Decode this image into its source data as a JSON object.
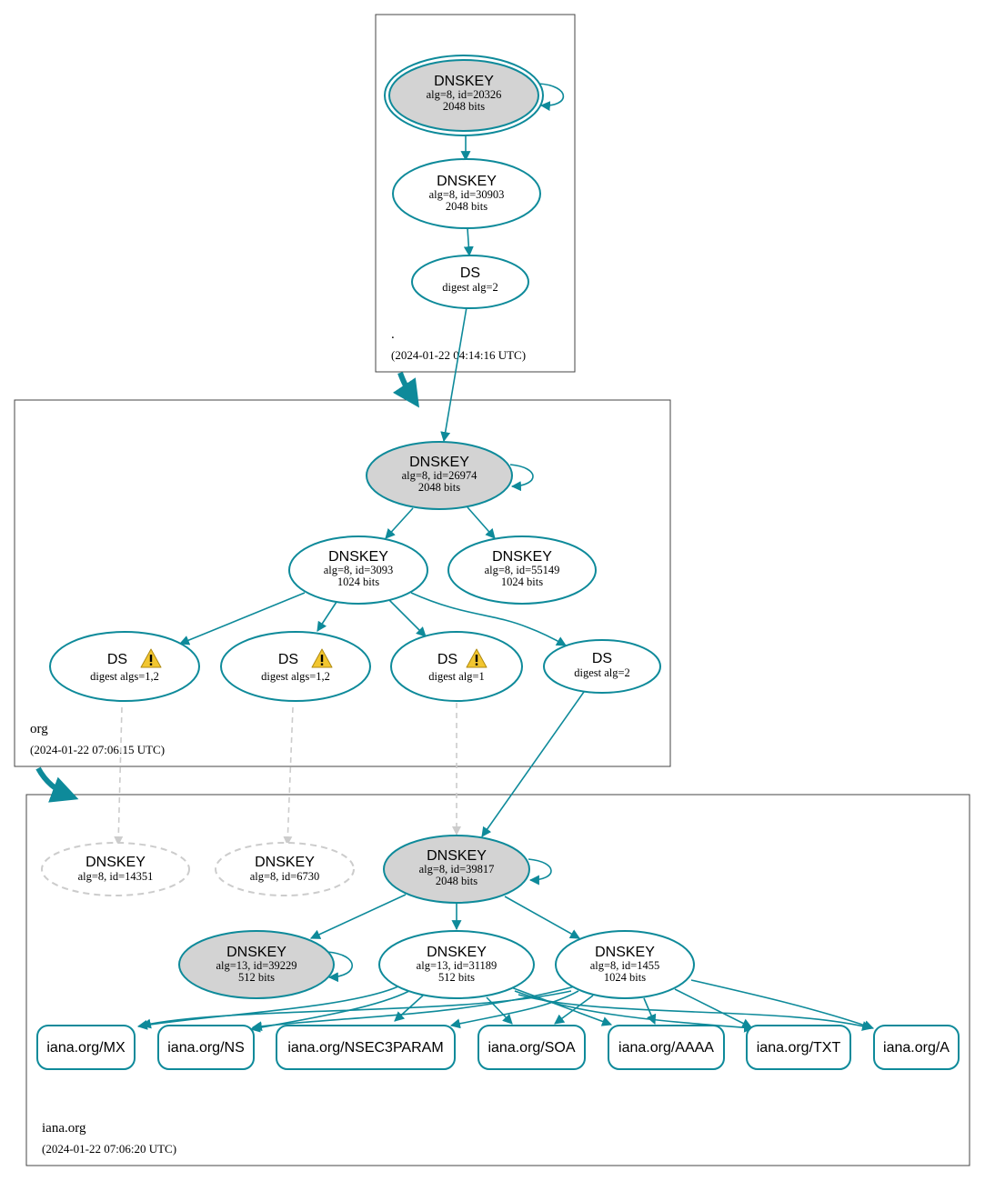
{
  "colors": {
    "edge": "#0e8a9a",
    "sep_fill": "#d3d3d3",
    "dashed": "#cccccc",
    "warning": "#f2c62f"
  },
  "zones": {
    "root": {
      "name": ".",
      "timestamp": "(2024-01-22 04:14:16 UTC)"
    },
    "org": {
      "name": "org",
      "timestamp": "(2024-01-22 07:06:15 UTC)"
    },
    "iana": {
      "name": "iana.org",
      "timestamp": "(2024-01-22 07:06:20 UTC)"
    }
  },
  "nodes": {
    "root_ksk": {
      "title": "DNSKEY",
      "line1": "alg=8, id=20326",
      "line2": "2048 bits"
    },
    "root_zsk": {
      "title": "DNSKEY",
      "line1": "alg=8, id=30903",
      "line2": "2048 bits"
    },
    "root_ds": {
      "title": "DS",
      "line1": "digest alg=2"
    },
    "org_ksk": {
      "title": "DNSKEY",
      "line1": "alg=8, id=26974",
      "line2": "2048 bits"
    },
    "org_zsk1": {
      "title": "DNSKEY",
      "line1": "alg=8, id=3093",
      "line2": "1024 bits"
    },
    "org_zsk2": {
      "title": "DNSKEY",
      "line1": "alg=8, id=55149",
      "line2": "1024 bits"
    },
    "org_ds1": {
      "title": "DS",
      "line1": "digest algs=1,2",
      "warning_icon": "warning-icon"
    },
    "org_ds2": {
      "title": "DS",
      "line1": "digest algs=1,2",
      "warning_icon": "warning-icon"
    },
    "org_ds3": {
      "title": "DS",
      "line1": "digest alg=1",
      "warning_icon": "warning-icon"
    },
    "org_ds4": {
      "title": "DS",
      "line1": "digest alg=2"
    },
    "iana_missing1": {
      "title": "DNSKEY",
      "line1": "alg=8, id=14351"
    },
    "iana_missing2": {
      "title": "DNSKEY",
      "line1": "alg=8, id=6730"
    },
    "iana_ksk": {
      "title": "DNSKEY",
      "line1": "alg=8, id=39817",
      "line2": "2048 bits"
    },
    "iana_zsk13a": {
      "title": "DNSKEY",
      "line1": "alg=13, id=39229",
      "line2": "512 bits"
    },
    "iana_zsk13b": {
      "title": "DNSKEY",
      "line1": "alg=13, id=31189",
      "line2": "512 bits"
    },
    "iana_zsk8": {
      "title": "DNSKEY",
      "line1": "alg=8, id=1455",
      "line2": "1024 bits"
    }
  },
  "rrsets": {
    "mx": "iana.org/MX",
    "ns": "iana.org/NS",
    "nsec3param": "iana.org/NSEC3PARAM",
    "soa": "iana.org/SOA",
    "aaaa": "iana.org/AAAA",
    "txt": "iana.org/TXT",
    "a": "iana.org/A"
  }
}
